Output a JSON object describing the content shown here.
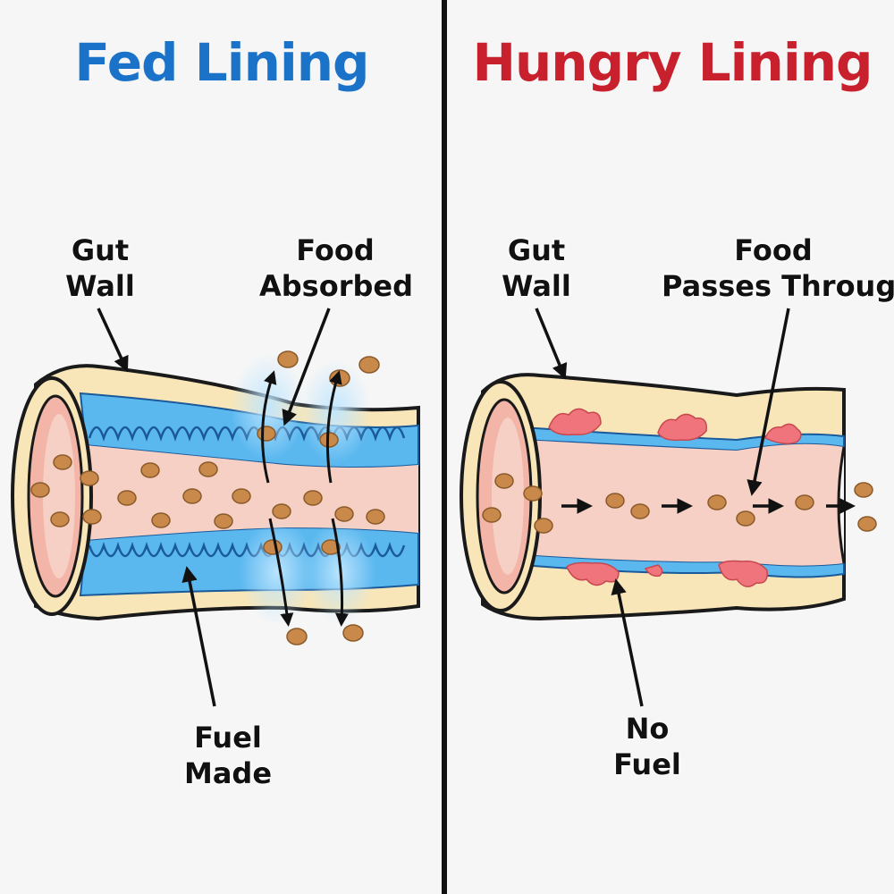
{
  "colors": {
    "fed_title": "#1a73c8",
    "hungry_title": "#c8202c",
    "wall": "#f8e6b8",
    "lining_blue": "#5bb8ef",
    "lumen": "#f6d0c4",
    "food": "#c8894a",
    "inflamed": "#f0747c"
  },
  "fed": {
    "title": "Fed Lining",
    "gut_wall_label": [
      "Gut",
      "Wall"
    ],
    "food_label": [
      "Food",
      "Absorbed"
    ],
    "fuel_label": [
      "Fuel",
      "Made"
    ]
  },
  "hungry": {
    "title": "Hungry Lining",
    "gut_wall_label": [
      "Gut",
      "Wall"
    ],
    "food_label": [
      "Food",
      "Passes Through"
    ],
    "fuel_label": [
      "No",
      "Fuel"
    ]
  }
}
